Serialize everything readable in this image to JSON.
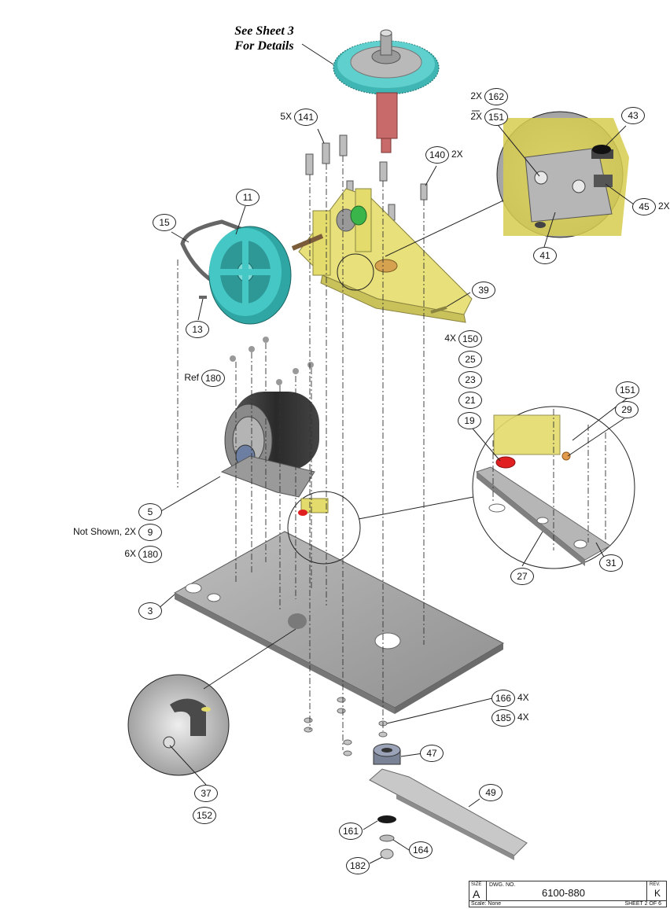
{
  "note": {
    "line1": "See Sheet 3",
    "line2": "For Details"
  },
  "balloons": [
    {
      "id": "b162",
      "num": "162",
      "qty": "2X",
      "qty_side": "left"
    },
    {
      "id": "b151a",
      "num": "151",
      "qty": "2X",
      "qty_side": "left"
    },
    {
      "id": "b141",
      "num": "141",
      "qty": "5X",
      "qty_side": "left"
    },
    {
      "id": "b43",
      "num": "43"
    },
    {
      "id": "b140",
      "num": "140",
      "qty": "2X",
      "qty_side": "right"
    },
    {
      "id": "b45",
      "num": "45",
      "qty": "2X",
      "qty_side": "right"
    },
    {
      "id": "b11",
      "num": "11"
    },
    {
      "id": "b15",
      "num": "15"
    },
    {
      "id": "b41",
      "num": "41"
    },
    {
      "id": "b39",
      "num": "39"
    },
    {
      "id": "b13",
      "num": "13"
    },
    {
      "id": "b150",
      "num": "150",
      "qty": "4X",
      "qty_side": "left"
    },
    {
      "id": "b25",
      "num": "25"
    },
    {
      "id": "b180a",
      "num": "180",
      "qty": "Ref",
      "qty_side": "left"
    },
    {
      "id": "b23",
      "num": "23"
    },
    {
      "id": "b151b",
      "num": "151"
    },
    {
      "id": "b21",
      "num": "21"
    },
    {
      "id": "b29",
      "num": "29"
    },
    {
      "id": "b19",
      "num": "19"
    },
    {
      "id": "b5",
      "num": "5"
    },
    {
      "id": "b9",
      "num": "9",
      "qty": "Not Shown, 2X",
      "qty_side": "left"
    },
    {
      "id": "b180b",
      "num": "180",
      "qty": "6X",
      "qty_side": "left"
    },
    {
      "id": "b31",
      "num": "31"
    },
    {
      "id": "b27",
      "num": "27"
    },
    {
      "id": "b3",
      "num": "3"
    },
    {
      "id": "b166",
      "num": "166",
      "qty": "4X",
      "qty_side": "right"
    },
    {
      "id": "b185",
      "num": "185",
      "qty": "4X",
      "qty_side": "right"
    },
    {
      "id": "b47",
      "num": "47"
    },
    {
      "id": "b49",
      "num": "49"
    },
    {
      "id": "b37",
      "num": "37"
    },
    {
      "id": "b152",
      "num": "152"
    },
    {
      "id": "b161",
      "num": "161"
    },
    {
      "id": "b164",
      "num": "164"
    },
    {
      "id": "b182",
      "num": "182"
    }
  ],
  "title_block": {
    "size_label": "SIZE",
    "size": "A",
    "dwg_label": "DWG. NO.",
    "dwg_no": "6100-880",
    "rev_label": "REV.",
    "rev": "K",
    "scale": "Scale: None",
    "sheet": "SHEET 2 OF 6"
  },
  "colors": {
    "gear": "#4fc3c0",
    "pulley": "#3cc6c4",
    "housing": "#e8e07a",
    "plate": "#a6a6a6",
    "motor": "#3a3a3a",
    "insert_red": "#e02020",
    "shaft_red": "#c96a6a"
  }
}
